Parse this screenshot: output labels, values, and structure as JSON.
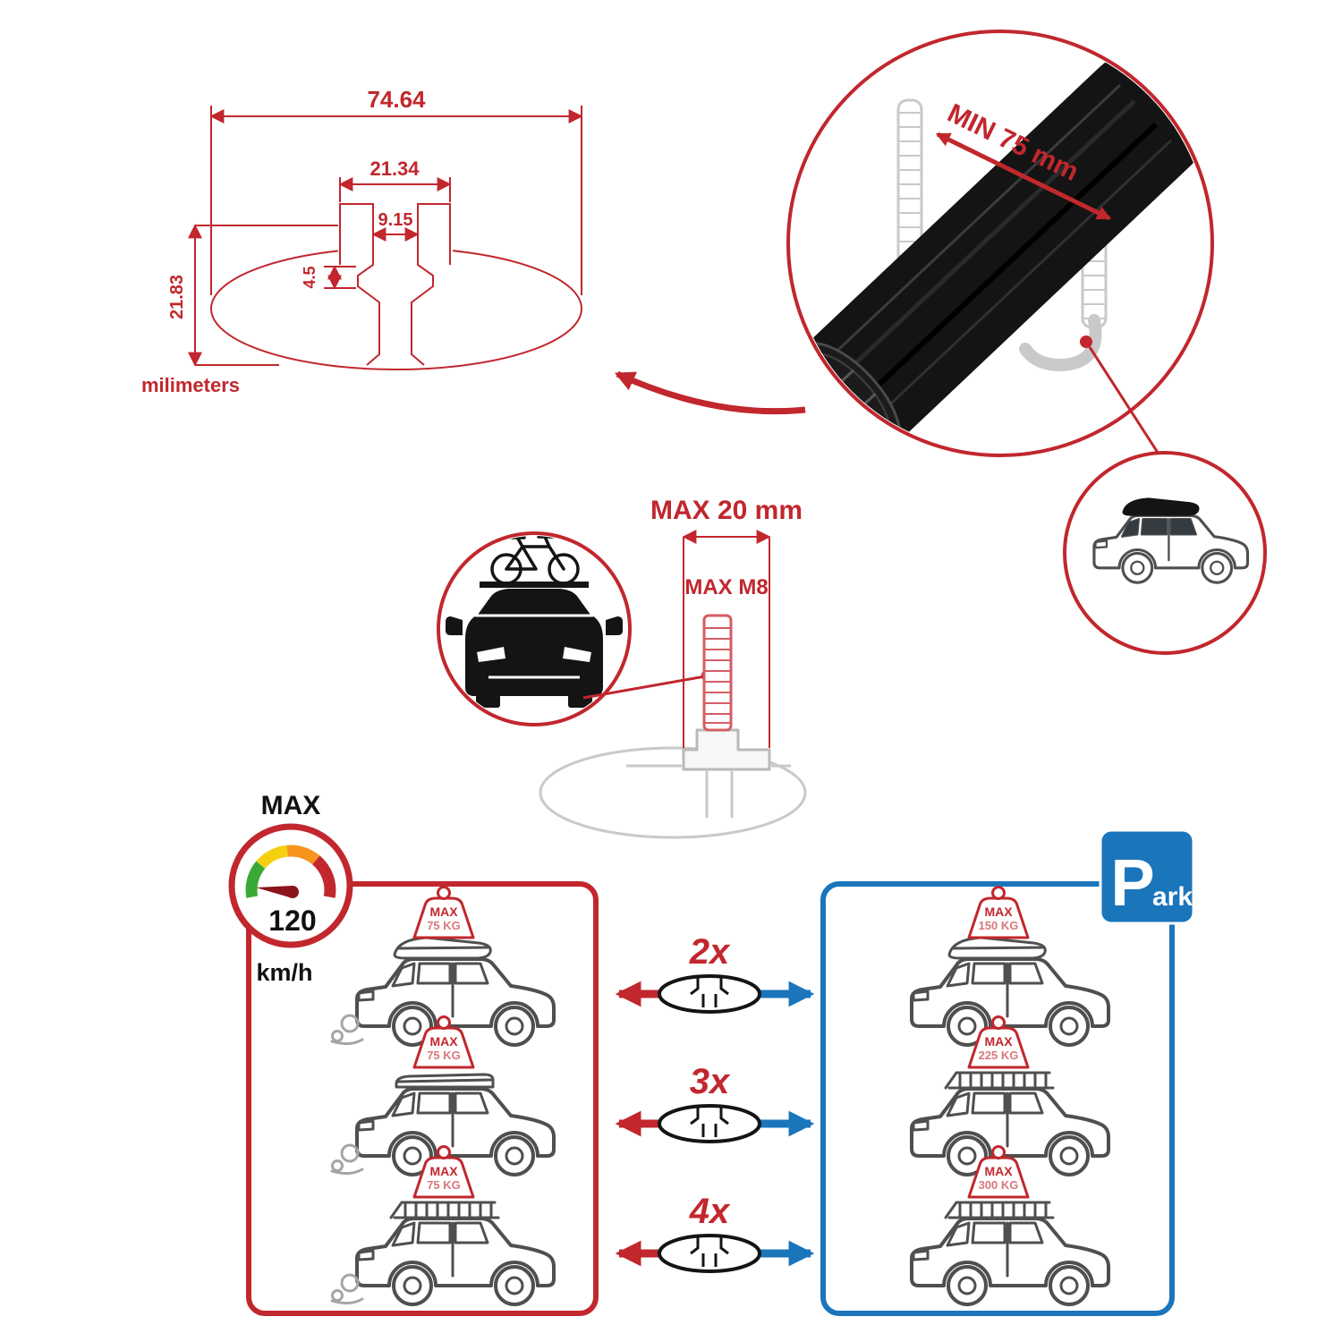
{
  "colors": {
    "accent_red": "#C1272D",
    "accent_blue": "#1B75BB",
    "product_black": "#141414",
    "outline_gray": "#4F4F4F",
    "ghost_gray": "#C9C9C9"
  },
  "dimension_diagram": {
    "width_total": "74.64",
    "channel_width": "21.34",
    "slot_width": "9.15",
    "slot_depth": "4.5",
    "height_total": "21.83",
    "unit_label": "milimeters"
  },
  "crossbar_detail": {
    "min_span_label": "MIN 75 mm"
  },
  "bolt_diagram": {
    "max_width_label": "MAX 20 mm",
    "max_thread_label": "MAX M8"
  },
  "speed_limit": {
    "title": "MAX",
    "value": "120",
    "unit": "km/h"
  },
  "park_sign": {
    "letter": "P",
    "suffix": "ark"
  },
  "load_comparison": {
    "driving": [
      {
        "max_label": "MAX",
        "load": "75 KG"
      },
      {
        "max_label": "MAX",
        "load": "75 KG"
      },
      {
        "max_label": "MAX",
        "load": "75 KG"
      }
    ],
    "multipliers": [
      "2x",
      "3x",
      "4x"
    ],
    "parked": [
      {
        "max_label": "MAX",
        "load": "150 KG"
      },
      {
        "max_label": "MAX",
        "load": "225 KG"
      },
      {
        "max_label": "MAX",
        "load": "300 KG"
      }
    ]
  }
}
